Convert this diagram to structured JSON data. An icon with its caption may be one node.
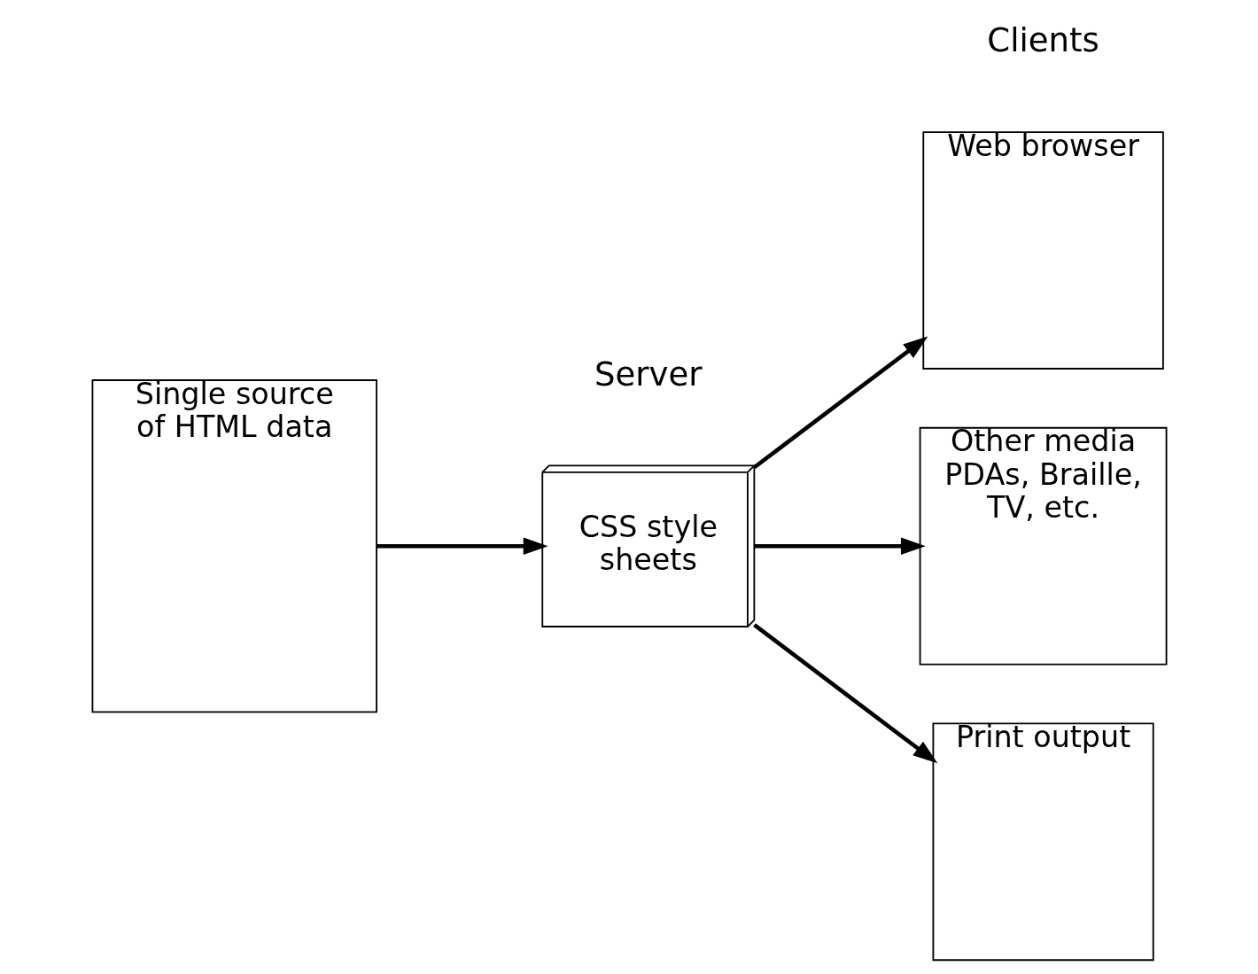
{
  "diagram": {
    "nodes": [
      {
        "text": [
          "Single source of HTML data"
        ]
      },
      {
        "text": [
          "CSS style sheets"
        ]
      },
      {
        "text": [
          "Web browser"
        ]
      },
      {
        "text": [
          "Other media PDAs, Braille, TV, etc."
        ]
      },
      {
        "text": [
          "Print output"
        ]
      }
    ],
    "edges": [
      {
        "from": 0,
        "to": 1,
        "arrow": "to"
      },
      {
        "from": 1,
        "to": 2,
        "arrow": "to"
      },
      {
        "from": 1,
        "to": 3,
        "arrow": "to"
      },
      {
        "from": 1,
        "to": 4,
        "arrow": "to"
      }
    ],
    "labels": [
      "Server",
      "Clients"
    ]
  }
}
